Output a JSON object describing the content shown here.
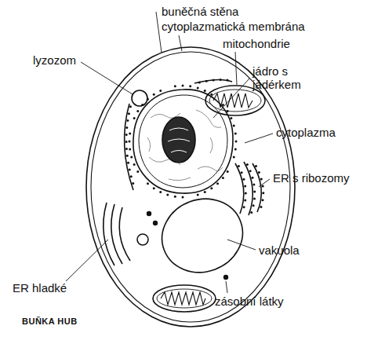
{
  "diagram": {
    "caption": "BUŇKA HUB",
    "labels": [
      "buněčná stěna",
      "cytoplazmatická membrána",
      "mitochondrie",
      "lyzozom",
      "jádro s jádérkem",
      "cytoplazma",
      "ER s ribozomy",
      "vakuola",
      "ER hladké",
      "zásobní látky"
    ]
  }
}
